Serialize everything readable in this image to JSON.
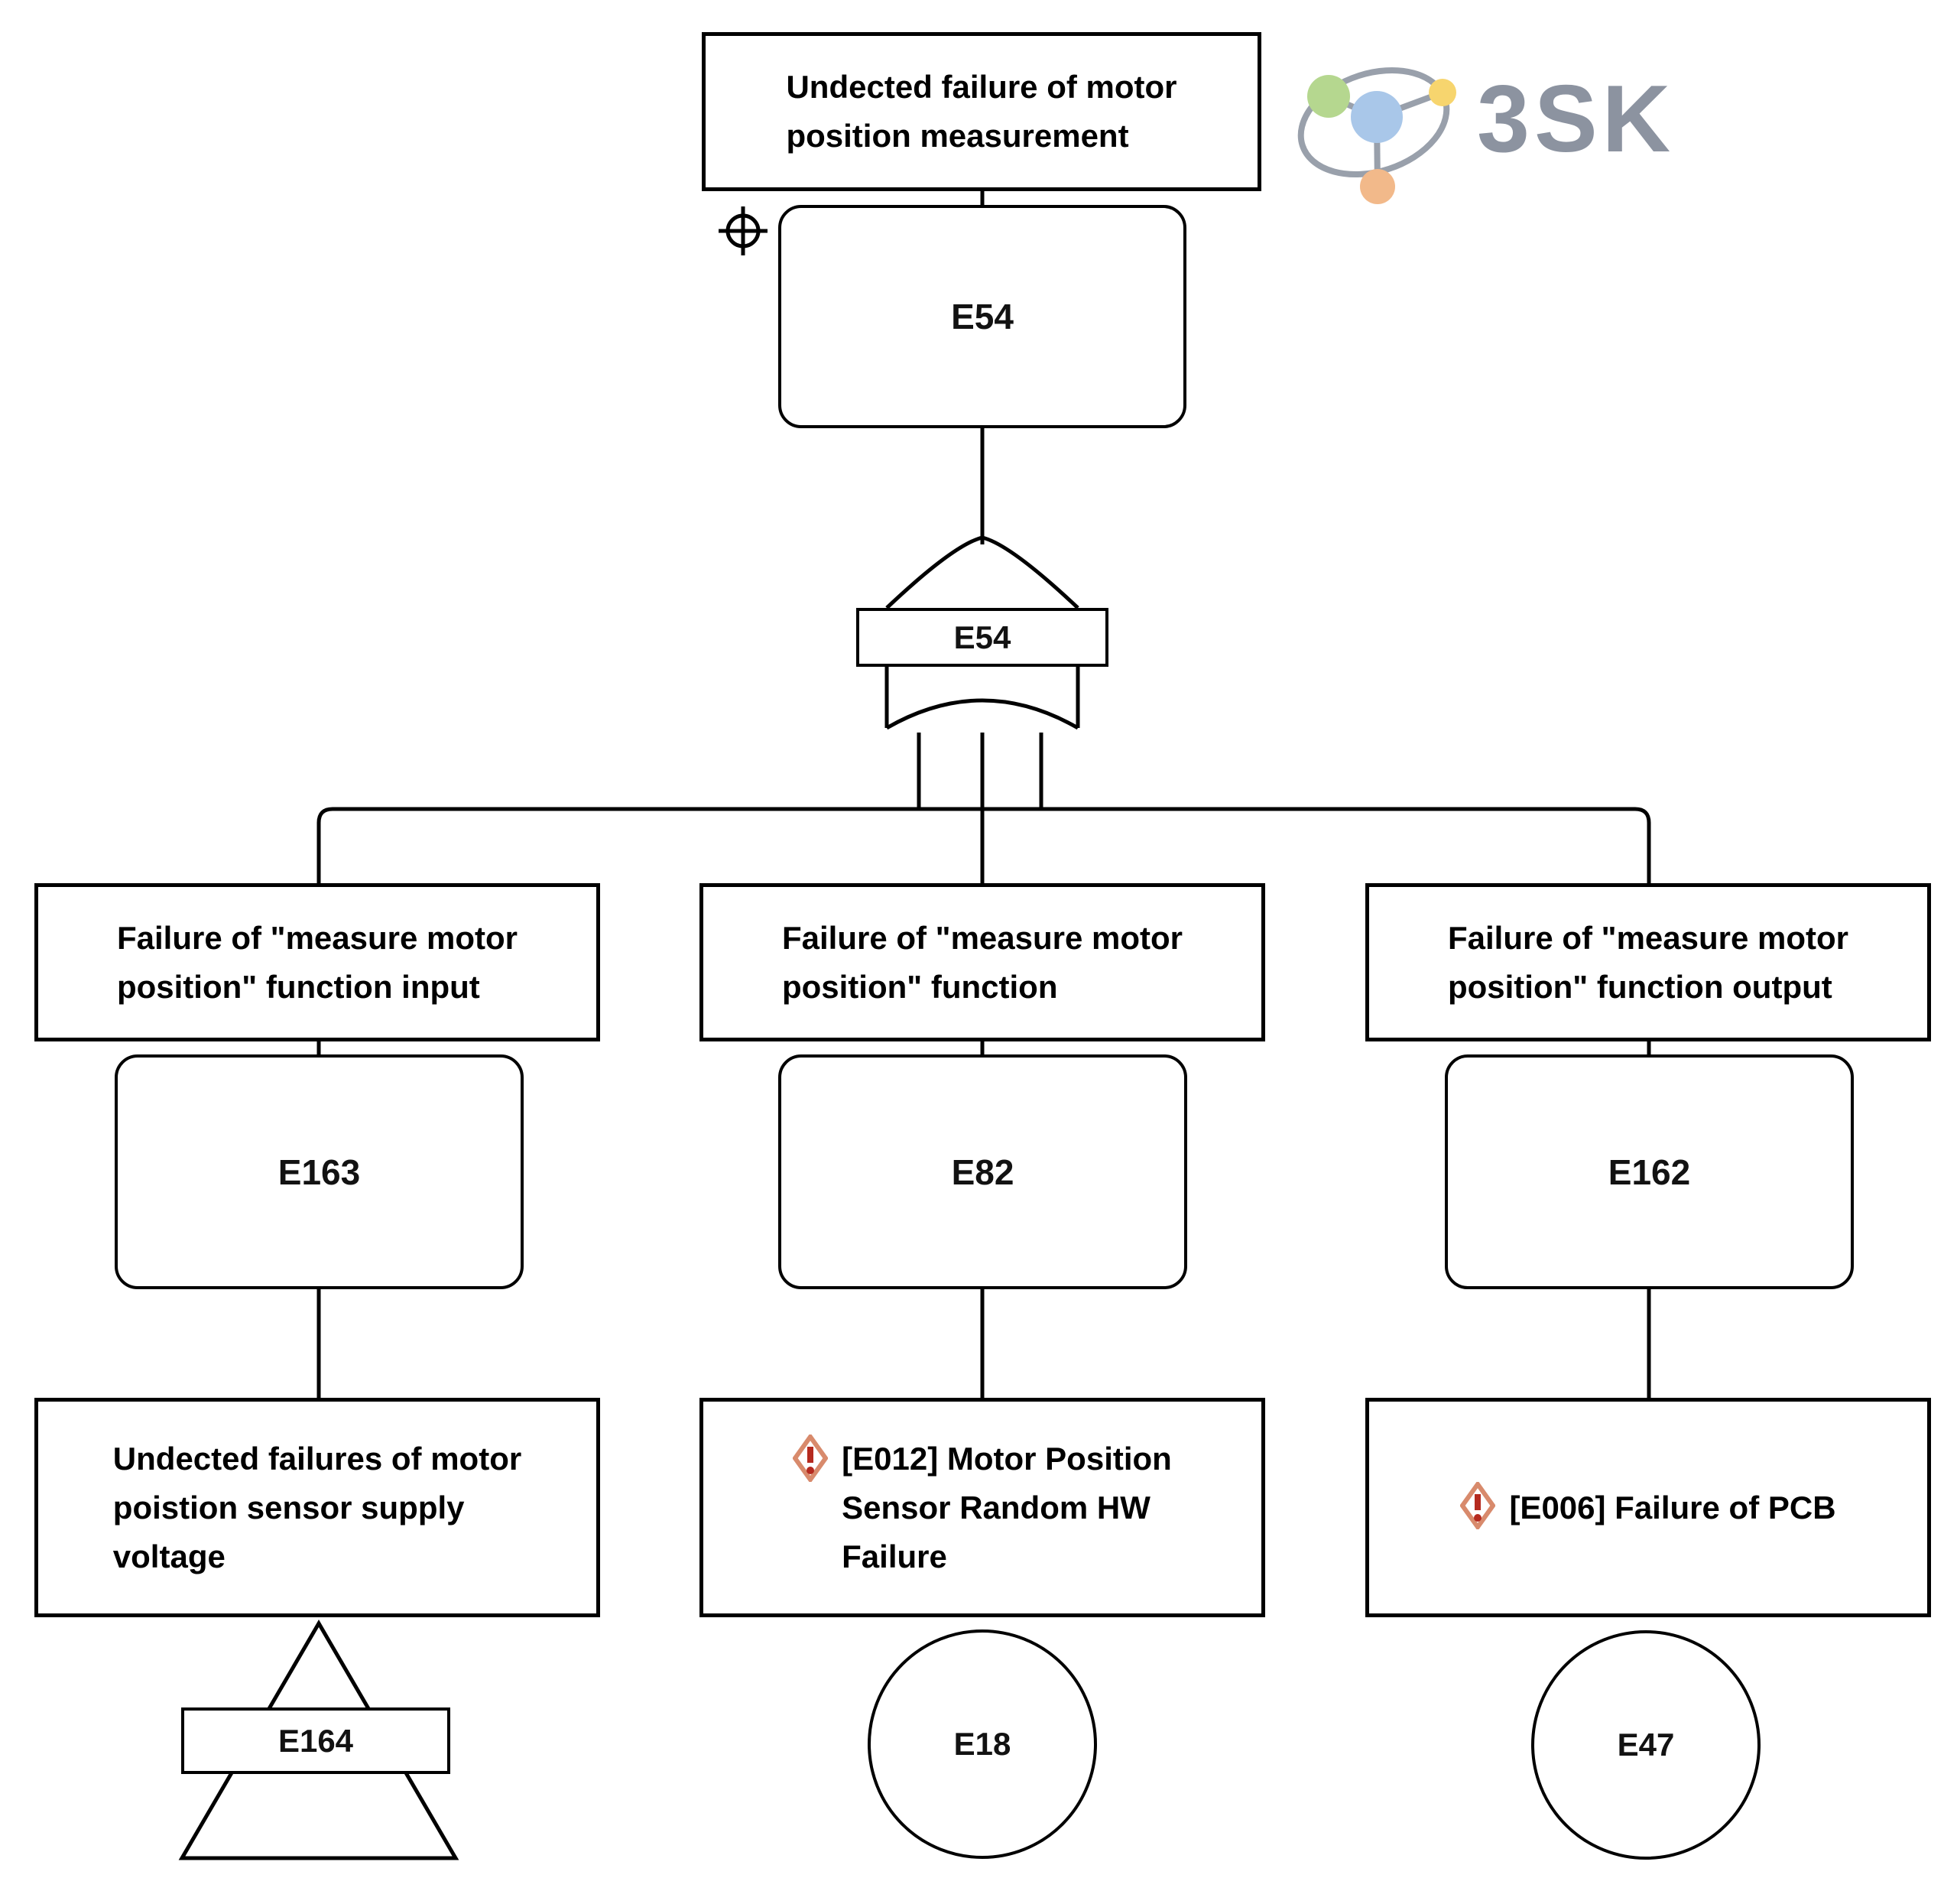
{
  "logo": {
    "text": "3SK",
    "icon": "molecule-network-icon",
    "colors": {
      "text_gray": "#8C93A0",
      "orbit_gray": "#99A0AB",
      "blue": "#A9C7E9",
      "green": "#B5D78F",
      "yellow": "#F7D56E",
      "orange": "#F2B98A"
    }
  },
  "tree": {
    "top_event": {
      "label": "Undected failure of motor\nposition measurement",
      "id": "E54"
    },
    "gate": {
      "type": "or-gate",
      "id": "E54"
    },
    "branches": [
      {
        "header": "Failure of \"measure motor\nposition\" function input",
        "id": "E163",
        "event": "Undected failures of motor\npoistion sensor supply\nvoltage",
        "has_warning": false,
        "terminal_type": "transfer-triangle",
        "terminal_id": "E164"
      },
      {
        "header": "Failure of \"measure motor\nposition\" function",
        "id": "E82",
        "event": "[E012] Motor Position\nSensor Random HW\nFailure",
        "has_warning": true,
        "terminal_type": "basic-event-circle",
        "terminal_id": "E18"
      },
      {
        "header": "Failure of \"measure motor\nposition\" function output",
        "id": "E162",
        "event": "[E006] Failure of PCB",
        "has_warning": true,
        "terminal_type": "basic-event-circle",
        "terminal_id": "E47"
      }
    ]
  },
  "colors": {
    "line": "#000000",
    "warning_outline": "#D88A6C",
    "warning_mark": "#B52A1F"
  }
}
